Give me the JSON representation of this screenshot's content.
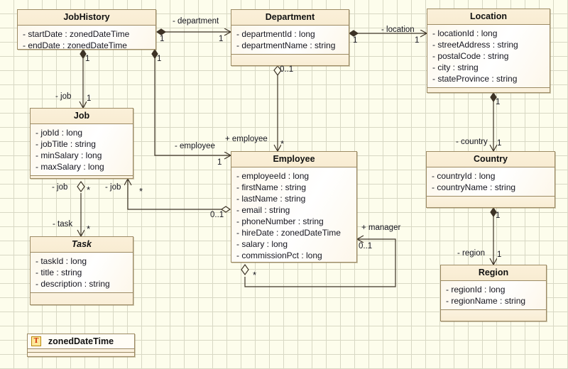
{
  "diagram": {
    "title": "UML Class Diagram",
    "background_color": "#fdfdec",
    "grid_color": "#d8d8c4",
    "class_border_color": "#9c8a63",
    "edge_color": "#3d3326"
  },
  "classes": [
    {
      "id": "jobhistory",
      "name": "JobHistory",
      "abstract": false,
      "attributes": [
        "- startDate : zonedDateTime",
        "- endDate : zonedDateTime"
      ]
    },
    {
      "id": "department",
      "name": "Department",
      "abstract": false,
      "attributes": [
        "- departmentId : long",
        "- departmentName : string"
      ]
    },
    {
      "id": "location",
      "name": "Location",
      "abstract": false,
      "attributes": [
        "- locationId : long",
        "- streetAddress : string",
        "- postalCode : string",
        "- city : string",
        "- stateProvince : string"
      ]
    },
    {
      "id": "job",
      "name": "Job",
      "abstract": false,
      "attributes": [
        "- jobId : long",
        "- jobTitle : string",
        "- minSalary : long",
        "- maxSalary : long"
      ]
    },
    {
      "id": "employee",
      "name": "Employee",
      "abstract": false,
      "attributes": [
        "- employeeId : long",
        "- firstName : string",
        "- lastName : string",
        "- email : string",
        "- phoneNumber : string",
        "- hireDate : zonedDateTime",
        "- salary : long",
        "- commissionPct : long"
      ]
    },
    {
      "id": "country",
      "name": "Country",
      "abstract": false,
      "attributes": [
        "- countryId : long",
        "- countryName : string"
      ]
    },
    {
      "id": "region",
      "name": "Region",
      "abstract": false,
      "attributes": [
        "- regionId : long",
        "- regionName : string"
      ]
    },
    {
      "id": "task",
      "name": "Task",
      "abstract": true,
      "attributes": [
        "- taskId : long",
        "- title : string",
        "- description : string"
      ]
    }
  ],
  "datatype": {
    "id": "zoneddatetime",
    "name": "zonedDateTime",
    "icon": "datatype-T-icon",
    "icon_glyph": "T"
  },
  "relationships": [
    {
      "id": "jobhistory-department",
      "role_label": "- department",
      "source_mult": "1",
      "target_mult": "1",
      "source": "JobHistory",
      "target": "Department",
      "source_end": "filled-diamond",
      "target_end": "open-arrow"
    },
    {
      "id": "department-location",
      "role_label": "- location",
      "source_mult": "1",
      "target_mult": "1",
      "source": "Department",
      "target": "Location",
      "source_end": "filled-diamond",
      "target_end": "open-arrow"
    },
    {
      "id": "jobhistory-job",
      "role_label": "- job",
      "source_mult": "1",
      "target_mult": "1",
      "source": "JobHistory",
      "target": "Job",
      "source_end": "filled-diamond",
      "target_end": "open-arrow"
    },
    {
      "id": "jobhistory-employee",
      "role_label": "- employee",
      "source_mult": "1",
      "target_mult": "1",
      "source": "JobHistory",
      "target": "Employee",
      "source_end": "filled-diamond",
      "target_end": "open-arrow"
    },
    {
      "id": "department-employee",
      "role_label": "+ employee",
      "source_mult": "0..1",
      "target_mult": "*",
      "source": "Department",
      "target": "Employee",
      "source_end": "open-diamond",
      "target_end": "open-arrow"
    },
    {
      "id": "location-country",
      "role_label": "- country",
      "source_mult": "1",
      "target_mult": "1",
      "source": "Location",
      "target": "Country",
      "source_end": "filled-diamond",
      "target_end": "open-arrow"
    },
    {
      "id": "country-region",
      "role_label": "- region",
      "source_mult": "1",
      "target_mult": "1",
      "source": "Country",
      "target": "Region",
      "source_end": "filled-diamond",
      "target_end": "open-arrow"
    },
    {
      "id": "job-task",
      "role_label_source": "- job",
      "role_label_target": "- task",
      "source_mult": "*",
      "target_mult": "*",
      "source": "Job",
      "target": "Task",
      "source_end": "open-diamond",
      "target_end": "open-arrow"
    },
    {
      "id": "employee-job",
      "role_label": "- job",
      "source_mult": "*",
      "target_mult": "0..1",
      "source": "Employee",
      "target": "Job",
      "source_end": "open-diamond",
      "target_end": "open-arrow"
    },
    {
      "id": "employee-manager",
      "role_label": "+ manager",
      "source_mult": "*",
      "target_mult": "0..1",
      "source": "Employee",
      "target": "Employee",
      "source_end": "open-diamond",
      "target_end": "open-arrow"
    }
  ],
  "edge_labels": {
    "department_role": "- department",
    "location_role": "- location",
    "job_role_from_history": "- job",
    "employee_role_from_history": "- employee",
    "employee_role_from_department": "+ employee",
    "country_role": "- country",
    "region_role": "- region",
    "task_role": "- task",
    "job_role_from_task": "- job",
    "job_role_from_employee": "- job",
    "manager_role": "+ manager"
  },
  "multiplicities": {
    "one": "1",
    "zero_or_one": "0..1",
    "many": "*"
  }
}
